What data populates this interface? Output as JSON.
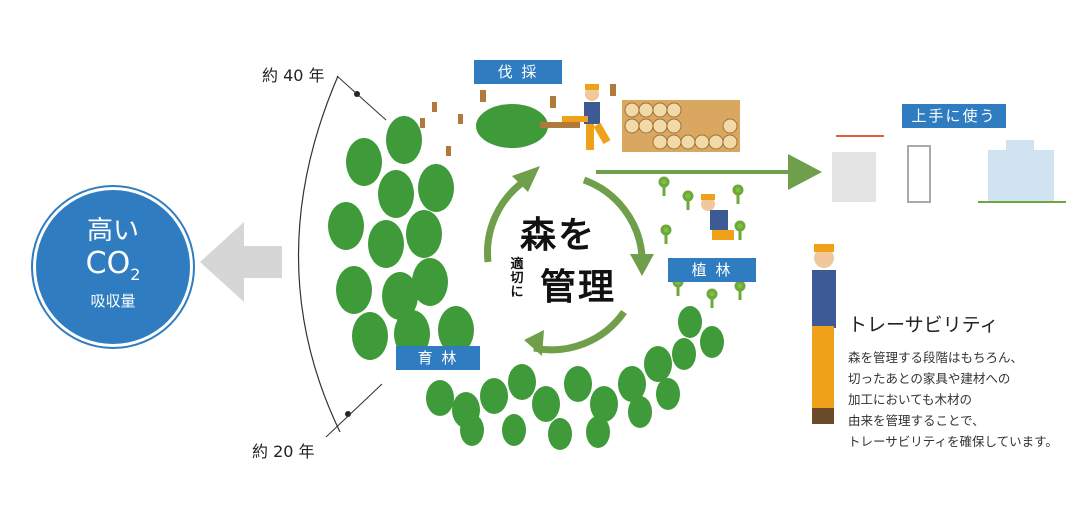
{
  "labels": {
    "harvest": "伐 採",
    "planting": "植 林",
    "nurture": "育 林",
    "use_well": "上手に使う"
  },
  "center": {
    "line1": "森を",
    "small": "適切に",
    "line2": "管理"
  },
  "co2": {
    "line1": "高い",
    "line2_main": "CO",
    "line2_sub": "2",
    "line3": "吸収量"
  },
  "years": {
    "top": "約 40 年",
    "bottom": "約 20 年"
  },
  "traceability": {
    "title": "トレーサビリティ",
    "lines": [
      "森を管理する段階はもちろん、",
      "切ったあとの家具や建材への",
      "加工においても木材の",
      "由来を管理することで、",
      "トレーサビリティを確保しています。"
    ]
  },
  "colors": {
    "accent_blue": "#2f7cc1",
    "cycle_green": "#6f9f4a",
    "tree_green": "#3f9a3a",
    "gray_arrow": "#d6d6d6"
  }
}
